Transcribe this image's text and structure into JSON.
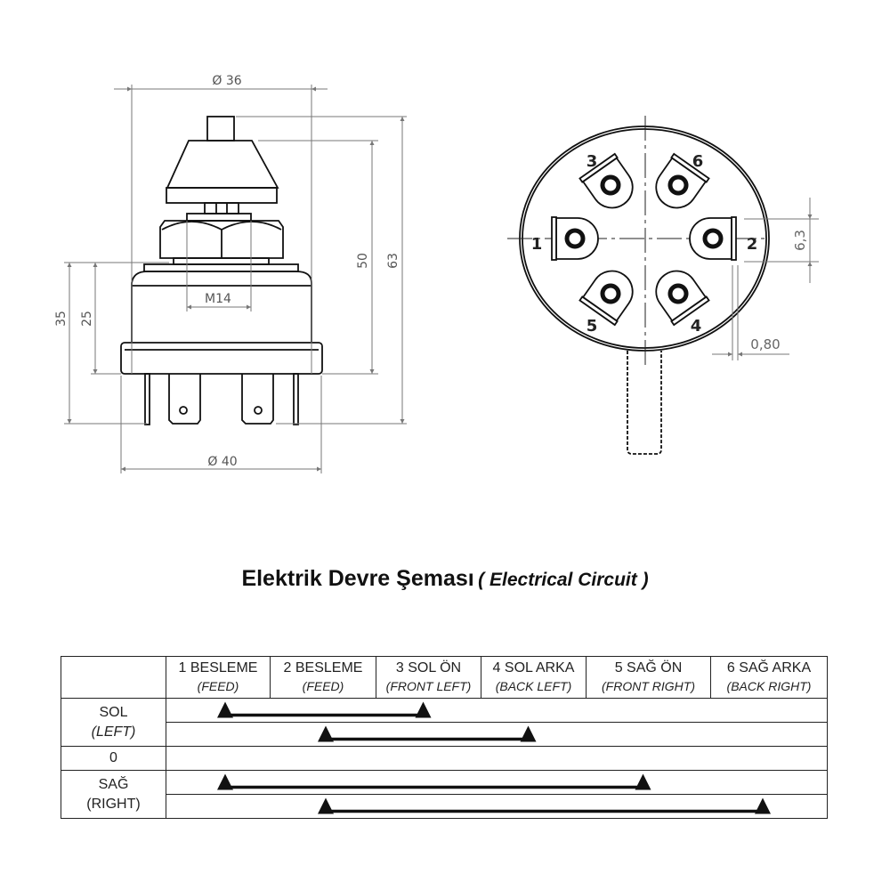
{
  "dimensions": {
    "dia_top": "Ø 36",
    "dia_bottom": "Ø 40",
    "thread": "M14",
    "h35": "35",
    "h25": "25",
    "h50": "50",
    "h63": "63",
    "tab_width": "6,3",
    "tab_thickness": "0,80"
  },
  "terminals": [
    "1",
    "2",
    "3",
    "4",
    "5",
    "6"
  ],
  "title": {
    "tr": "Elektrik Devre Şeması",
    "en": "( Electrical Circuit )"
  },
  "table": {
    "columns": [
      {
        "label": "1 BESLEME",
        "sub": "(FEED)"
      },
      {
        "label": "2 BESLEME",
        "sub": "(FEED)"
      },
      {
        "label": "3 SOL ÖN",
        "sub": "(FRONT LEFT)"
      },
      {
        "label": "4 SOL ARKA",
        "sub": "(BACK LEFT)"
      },
      {
        "label": "5 SAĞ ÖN",
        "sub": "(FRONT RIGHT)"
      },
      {
        "label": "6 SAĞ ARKA",
        "sub": "(BACK RIGHT)"
      }
    ],
    "positions": [
      {
        "label": "SOL",
        "sub": "(LEFT)"
      },
      {
        "label": "0"
      },
      {
        "label": "SAĞ",
        "sub": "(RIGHT)"
      }
    ],
    "connections": [
      {
        "row": 0,
        "from": 1,
        "to": 3
      },
      {
        "row": 1,
        "from": 2,
        "to": 4
      },
      {
        "row": 2,
        "from": null,
        "to": null
      },
      {
        "row": 3,
        "from": 1,
        "to": 5
      },
      {
        "row": 4,
        "from": 2,
        "to": 6
      }
    ]
  }
}
